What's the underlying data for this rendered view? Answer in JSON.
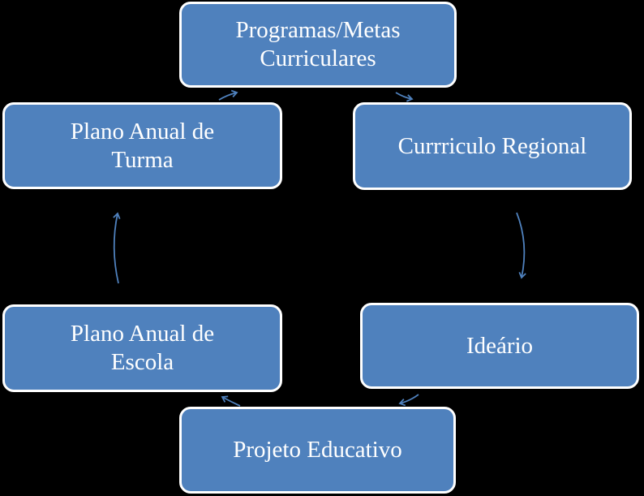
{
  "nodes": {
    "top": "Programas/Metas\nCurriculares",
    "right1": "Currriculo Regional",
    "right2": "Ideário",
    "bottom": "Projeto Educativo",
    "left2": "Plano Anual de\nEscola",
    "left1": "Plano Anual de\nTurma"
  },
  "colors": {
    "background": "#000000",
    "node_fill": "#4f81bd",
    "node_border": "#ffffff",
    "arrow": "#4f81bd"
  }
}
